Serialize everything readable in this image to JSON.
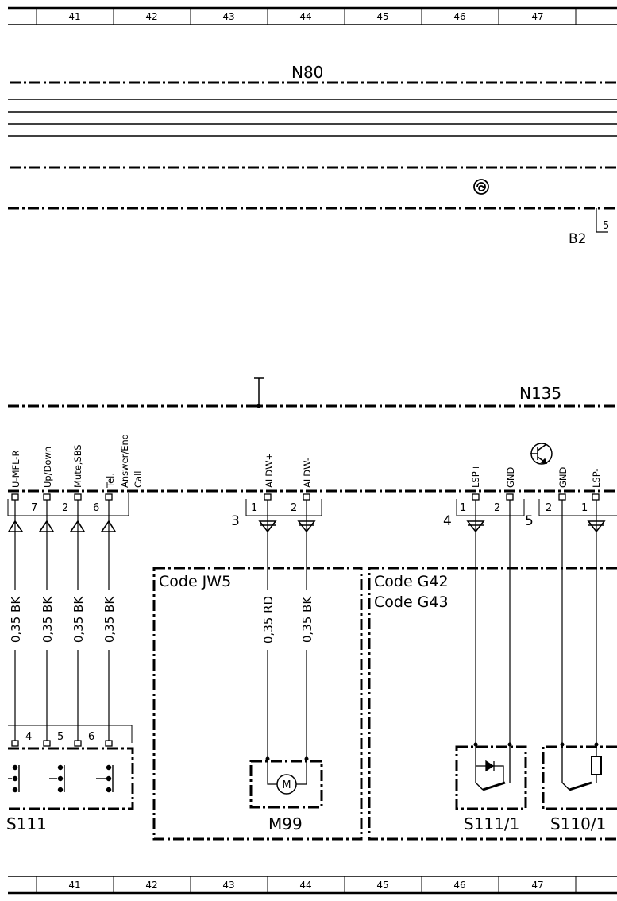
{
  "grid": {
    "columns": [
      "41",
      "42",
      "43",
      "44",
      "45",
      "46",
      "47"
    ]
  },
  "components": {
    "n80": "N80",
    "b2": "B2",
    "b2_pin": "5",
    "n135": "N135",
    "s111": "S111",
    "m99": "M99",
    "motor_symbol": "M",
    "s111_1": "S111/1",
    "s110_1": "S110/1"
  },
  "codes": {
    "jw5": "Code JW5",
    "g42": "Code G42",
    "g43": "Code G43"
  },
  "signals": {
    "u_mfl_r": "U-MFL-R",
    "up_down": "Up/Down",
    "mute_sbs": "Mute,SBS",
    "tel": "Tel.",
    "answer_end": "Answer/End",
    "call": "Call",
    "aldw_plus": "ALDW+",
    "aldw_minus": "ALDW-",
    "lsp_plus": "LSP+",
    "gnd1": "GND",
    "gnd2": "GND",
    "lsp_minus": "LSP-"
  },
  "connectors": {
    "x_steering": "3",
    "x_lsp1": "4",
    "x_lsp2": "5"
  },
  "pins": {
    "p7": "7",
    "p2a": "2",
    "p6": "6",
    "aldw1": "1",
    "aldw2": "2",
    "lsp1_1": "1",
    "lsp1_2": "2",
    "lsp2_2": "2",
    "lsp2_1": "1",
    "s4": "4",
    "s5": "5",
    "s6": "6"
  },
  "wires": {
    "w1": "0,35 BK",
    "w2": "0,35 BK",
    "w3": "0,35 BK",
    "w4": "0,35 BK",
    "w5": "0,35 RD",
    "w6": "0,35 BK"
  }
}
